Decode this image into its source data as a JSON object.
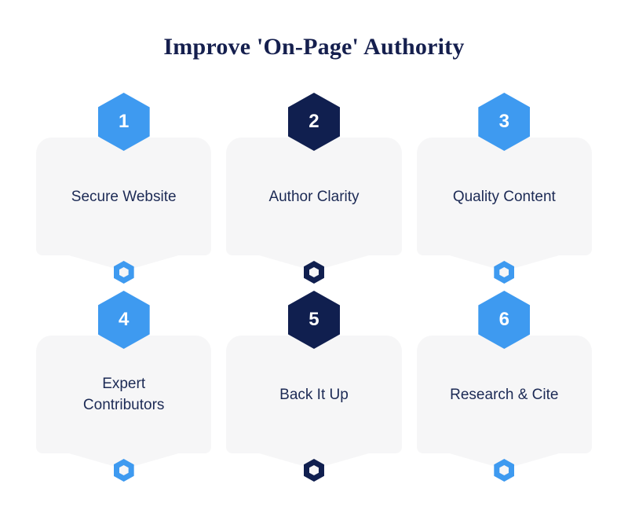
{
  "title": "Improve 'On-Page' Authority",
  "colors": {
    "accent_blue": "#3E9AF0",
    "accent_navy": "#101F4F",
    "card_background": "#F6F6F7",
    "title_text": "#151F4E",
    "label_text": "#1C2A55",
    "page_background": "#FFFFFF"
  },
  "steps": [
    {
      "number": "1",
      "label": "Secure Website",
      "badge_color": "blue",
      "marker_icon": "hexagon-ring-icon",
      "marker_color": "blue"
    },
    {
      "number": "2",
      "label": "Author Clarity",
      "badge_color": "navy",
      "marker_icon": "hexagon-ring-icon",
      "marker_color": "navy"
    },
    {
      "number": "3",
      "label": "Quality Content",
      "badge_color": "blue",
      "marker_icon": "hexagon-ring-icon",
      "marker_color": "blue"
    },
    {
      "number": "4",
      "label": "Expert\nContributors",
      "badge_color": "blue",
      "marker_icon": "hexagon-ring-icon",
      "marker_color": "blue"
    },
    {
      "number": "5",
      "label": "Back It Up",
      "badge_color": "navy",
      "marker_icon": "hexagon-ring-icon",
      "marker_color": "navy"
    },
    {
      "number": "6",
      "label": "Research & Cite",
      "badge_color": "blue",
      "marker_icon": "hexagon-ring-icon",
      "marker_color": "blue"
    }
  ]
}
